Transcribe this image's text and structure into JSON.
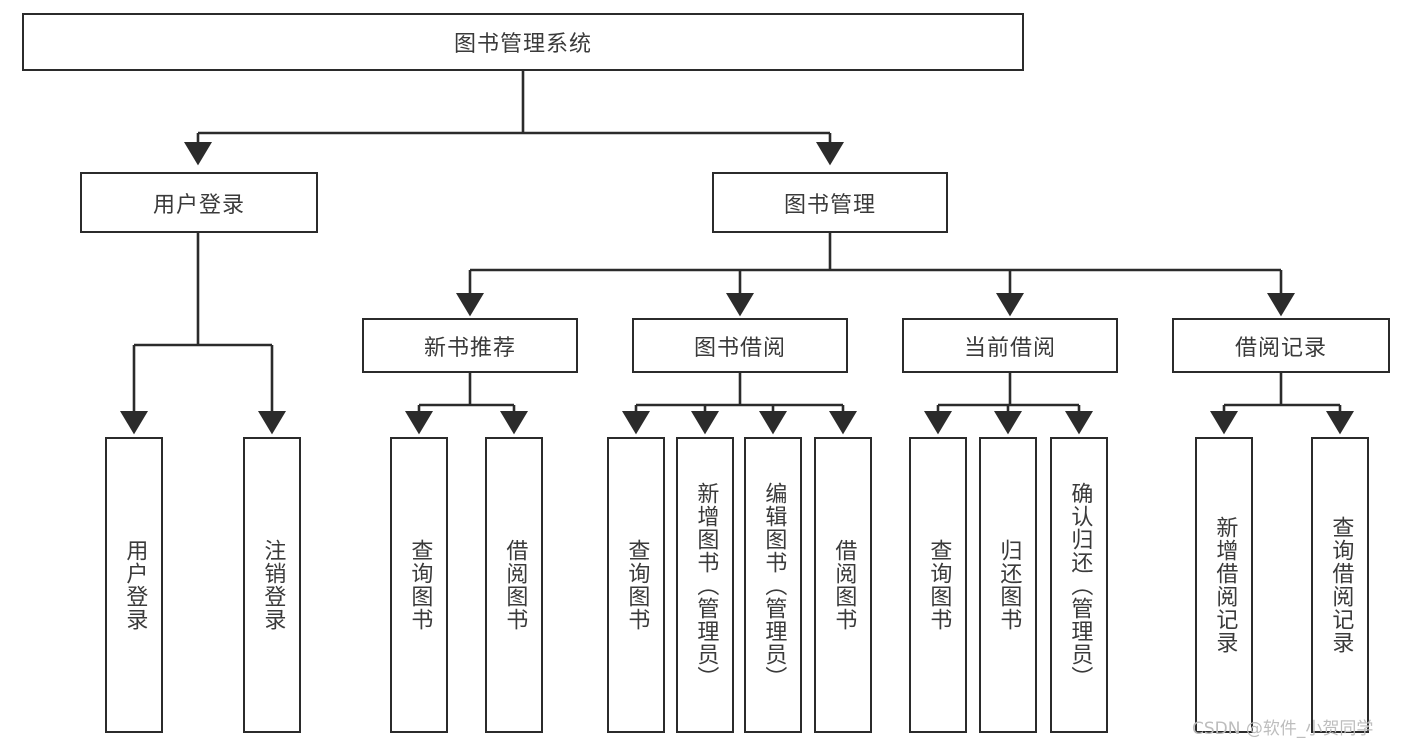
{
  "diagram": {
    "type": "hierarchy-tree",
    "title": "图书管理系统",
    "orientation": "top-down",
    "colors": {
      "box_stroke": "#2b2b2b",
      "box_fill": "#ffffff",
      "text": "#3a3a3a",
      "connector": "#2b2b2b",
      "watermark": "#bdbdbd",
      "background": "#ffffff"
    },
    "root": {
      "label": "图书管理系统"
    },
    "level2": [
      {
        "id": "user-login",
        "label": "用户登录"
      },
      {
        "id": "book-manage",
        "label": "图书管理"
      }
    ],
    "level3": [
      {
        "id": "new-book-rec",
        "label": "新书推荐",
        "parent": "book-manage"
      },
      {
        "id": "book-borrow",
        "label": "图书借阅",
        "parent": "book-manage"
      },
      {
        "id": "current-borrow",
        "label": "当前借阅",
        "parent": "book-manage"
      },
      {
        "id": "borrow-record",
        "label": "借阅记录",
        "parent": "book-manage"
      }
    ],
    "leaves": [
      {
        "id": "leaf-user-login",
        "label": "用户登录",
        "parent": "user-login"
      },
      {
        "id": "leaf-logout",
        "label": "注销登录",
        "parent": "user-login"
      },
      {
        "id": "leaf-query-book-1",
        "label": "查询图书",
        "parent": "new-book-rec"
      },
      {
        "id": "leaf-borrow-book-1",
        "label": "借阅图书",
        "parent": "new-book-rec"
      },
      {
        "id": "leaf-query-book-2",
        "label": "查询图书",
        "parent": "book-borrow"
      },
      {
        "id": "leaf-add-book",
        "label": "新增图书（管理员）",
        "parent": "book-borrow"
      },
      {
        "id": "leaf-edit-book",
        "label": "编辑图书（管理员）",
        "parent": "book-borrow"
      },
      {
        "id": "leaf-borrow-book-2",
        "label": "借阅图书",
        "parent": "book-borrow"
      },
      {
        "id": "leaf-query-book-3",
        "label": "查询图书",
        "parent": "current-borrow"
      },
      {
        "id": "leaf-return-book",
        "label": "归还图书",
        "parent": "current-borrow"
      },
      {
        "id": "leaf-confirm-return",
        "label": "确认归还（管理员）",
        "parent": "current-borrow"
      },
      {
        "id": "leaf-add-record",
        "label": "新增借阅记录",
        "parent": "borrow-record"
      },
      {
        "id": "leaf-query-record",
        "label": "查询借阅记录",
        "parent": "borrow-record"
      }
    ]
  },
  "watermark": {
    "text": "CSDN @软件_小贺同学"
  }
}
